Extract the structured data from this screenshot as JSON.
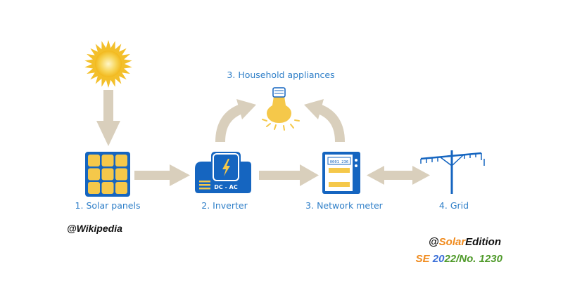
{
  "nodes": {
    "solar_panels": "1. Solar panels",
    "inverter": "2. Inverter",
    "network_meter": "3. Network meter",
    "grid": "4. Grid",
    "household": "3. Household appliances"
  },
  "device_text": {
    "inverter_badge": "DC - AC",
    "meter_reading": "0001 236"
  },
  "credits": {
    "wikipedia": "@Wikipedia",
    "brand_prefix": "@",
    "brand_solar": "Solar",
    "brand_edition": "Edition",
    "code_se": "SE",
    "code_20": "20",
    "code_22": "22",
    "code_rest": "/No. 1230"
  },
  "colors": {
    "blue": "#1565c0",
    "label_blue": "#2f7fc8",
    "arrow": "#d9cfbc",
    "yellow": "#f5c84a",
    "brand_orange": "#f08a1c",
    "code_blue": "#3a6fd8",
    "code_green": "#4f9a2a"
  }
}
